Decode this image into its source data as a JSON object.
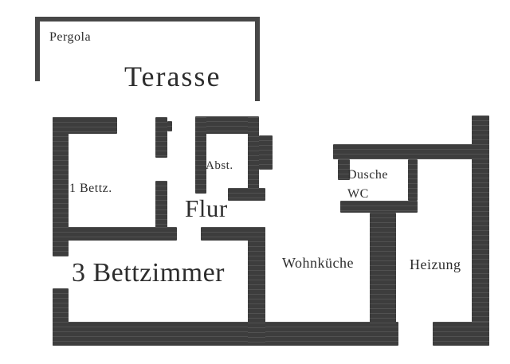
{
  "document_type": "floor-plan-scan",
  "colors": {
    "background": "#ffffff",
    "wall": "#3d3d3d",
    "outline": "#474747",
    "text": "#2d2d2d"
  },
  "rooms": {
    "pergola": {
      "label": "Pergola"
    },
    "terasse": {
      "label": "Terasse"
    },
    "bettz1": {
      "label": "1 Bettz."
    },
    "abst": {
      "label": "Abst."
    },
    "flur": {
      "label": "Flur"
    },
    "bettzimmer3": {
      "label": "3 Bettzimmer"
    },
    "dusche_wc": {
      "label_line1": "Dusche",
      "label_line2": "WC"
    },
    "wohnkueche": {
      "label": "Wohnküche"
    },
    "heizung": {
      "label": "Heizung"
    }
  }
}
